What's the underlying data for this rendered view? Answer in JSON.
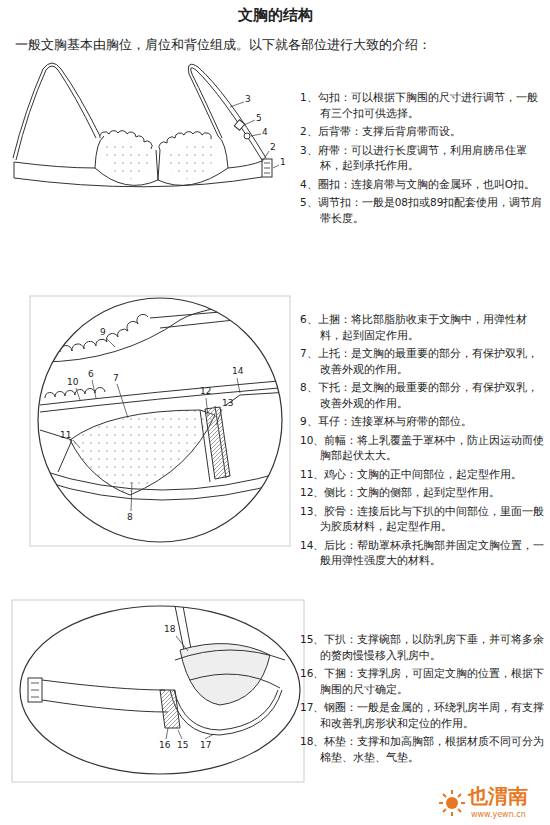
{
  "diagram": {
    "title": "文胸的结构",
    "labels": [
      "一般文胸基本由胸位，肩位和背位组成。以下就各部位进行大致的介绍：",
      "3",
      "5",
      "4",
      "2",
      "1",
      "1、勾扣：可以根据下胸围的尺寸进行调节，一般有三个扣可供选择。",
      "2、后背带：支撑后背肩带而设。",
      "3、府带：可以进行长度调节，利用肩膀吊住罩杯，起到承托作用。",
      "4、圈扣：连接肩带与文胸的金属环，也叫O扣。",
      "5、调节扣：一般是08扣或89扣配套使用，调节肩带长度。",
      "9",
      "10",
      "6",
      "7",
      "11",
      "12",
      "14",
      "13",
      "8",
      "6、上捆：将比部脂肪收束于文胸中，用弹性材料，起到固定作用。",
      "7、上托：是文胸的最重要的部分，有保护双乳，改善外观的作用。",
      "8、下托：是文胸的最重要的部分，有保护双乳，改善外观的作用。",
      "9、耳仔：连接罩杯与府带的部位。",
      "10、前幅：将上乳覆盖于罩杯中，防止因运动而使胸部起伏太大。",
      "11、鸡心：文胸的正中间部位，起定型作用。",
      "12、侧比：文胸的侧部，起到定型作用。",
      "13、胶骨：连接后比与下扒的中间部位，里面一般为胶质材料，起定型作用。",
      "14、后比：帮助罩杯承托胸部并固定文胸位置，一般用弹性强度大的材料。",
      "18",
      "16",
      "15",
      "17",
      "15、下扒：支撑碗部，以防乳房下垂，并可将多余的赘肉慢慢移入乳房中。",
      "16、下捆：支撑乳房，可固定文胸的位置，根据下胸围的尺寸确定。",
      "17、钢圈：一般是金属的，环绕乳房半周，有支撑和改善乳房形状和定位的作用。",
      "18、杯垫：支撑和加高胸部，根据材质不同可分为棉垫、水垫、气垫。",
      "也渭南",
      "www.yewn.cn"
    ]
  }
}
